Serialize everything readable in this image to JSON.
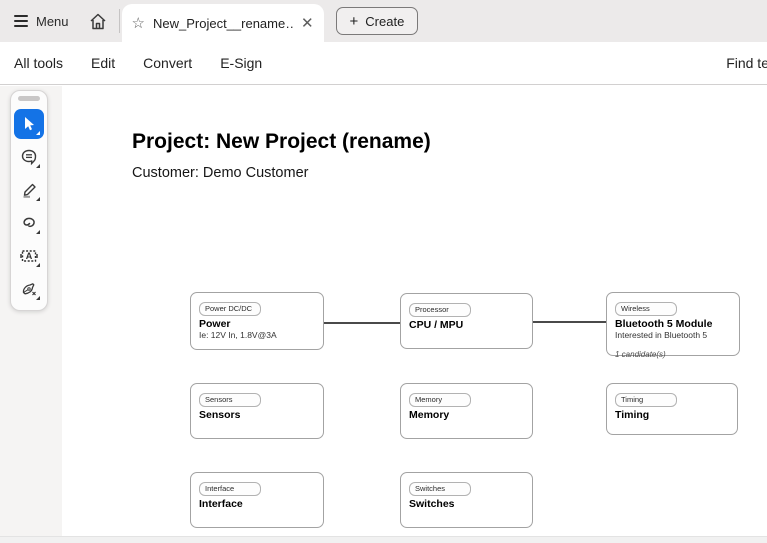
{
  "titlebar": {
    "menu_label": "Menu",
    "tab_title": "New_Project__rename…",
    "create_label": "Create",
    "create_plus": "+",
    "star_glyph": "☆",
    "close_glyph": "✕"
  },
  "toolbar": {
    "items": [
      "All tools",
      "Edit",
      "Convert",
      "E-Sign"
    ],
    "find_label": "Find te"
  },
  "quicktools": {
    "tools": [
      "select-tool",
      "comment-tool",
      "highlight-tool",
      "draw-tool",
      "add-text-tool",
      "fill-sign-tool"
    ],
    "active_tool": "select-tool",
    "active_color": "#1473e6"
  },
  "document": {
    "title": "Project: New Project (rename)",
    "customer": "Customer: Demo Customer",
    "nodes": [
      {
        "badge": "Power DC/DC",
        "title": "Power",
        "subtitle": "Ie: 12V In, 1.8V@3A"
      },
      {
        "badge": "Processor",
        "title": "CPU / MPU",
        "subtitle": ""
      },
      {
        "badge": "Wireless",
        "title": "Bluetooth 5 Module",
        "subtitle": "Interested in Bluetooth 5",
        "note": "1 candidate(s)"
      },
      {
        "badge": "Sensors",
        "title": "Sensors",
        "subtitle": ""
      },
      {
        "badge": "Memory",
        "title": "Memory",
        "subtitle": ""
      },
      {
        "badge": "Timing",
        "title": "Timing",
        "subtitle": ""
      },
      {
        "badge": "Interface",
        "title": "Interface",
        "subtitle": ""
      },
      {
        "badge": "Switches",
        "title": "Switches",
        "subtitle": ""
      }
    ],
    "connections": [
      {
        "from": "Power",
        "to": "CPU / MPU"
      },
      {
        "from": "CPU / MPU",
        "to": "Bluetooth 5 Module"
      }
    ]
  }
}
